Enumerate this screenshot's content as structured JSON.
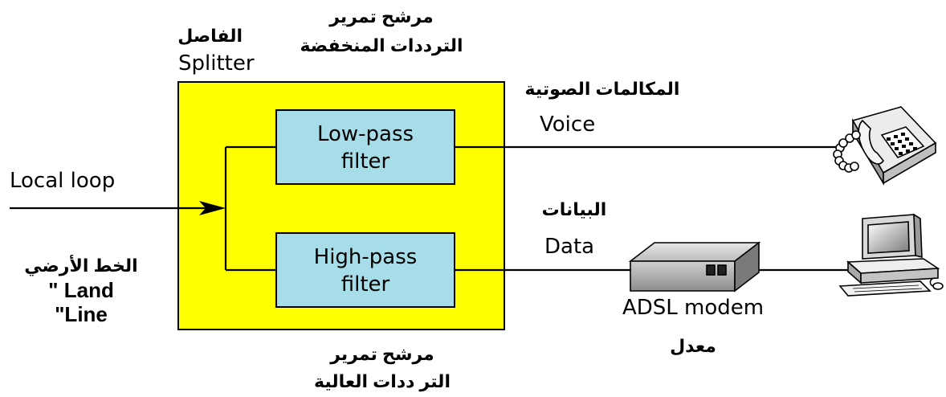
{
  "colors": {
    "splitter_fill": "#ffff00",
    "filter_fill": "#a6dde8",
    "line": "#000000"
  },
  "splitter": {
    "label_ar": "الفاصل",
    "label_en": "Splitter"
  },
  "lowpass": {
    "label_line1": "Low-pass",
    "label_line2": "filter",
    "ar_line1": "مرشح تمرير",
    "ar_line2": "الترددات المنخفضة"
  },
  "highpass": {
    "label_line1": "High-pass",
    "label_line2": "filter",
    "ar_line1": "مرشح تمرير",
    "ar_line2": "التر ددات العالية"
  },
  "input": {
    "label_en": "Local loop",
    "ar_line1": "الخط الأرضي",
    "en_line2": "\" Land",
    "en_line3": "\"Line"
  },
  "voice": {
    "label_ar": "المكالمات الصوتية",
    "label_en": "Voice",
    "icon": "telephone-icon"
  },
  "data": {
    "label_ar": "البيانات",
    "label_en": "Data",
    "icon": "computer-icon"
  },
  "modem": {
    "label_en": "ADSL modem",
    "label_ar": "معدل",
    "icon": "adsl-modem-icon"
  }
}
